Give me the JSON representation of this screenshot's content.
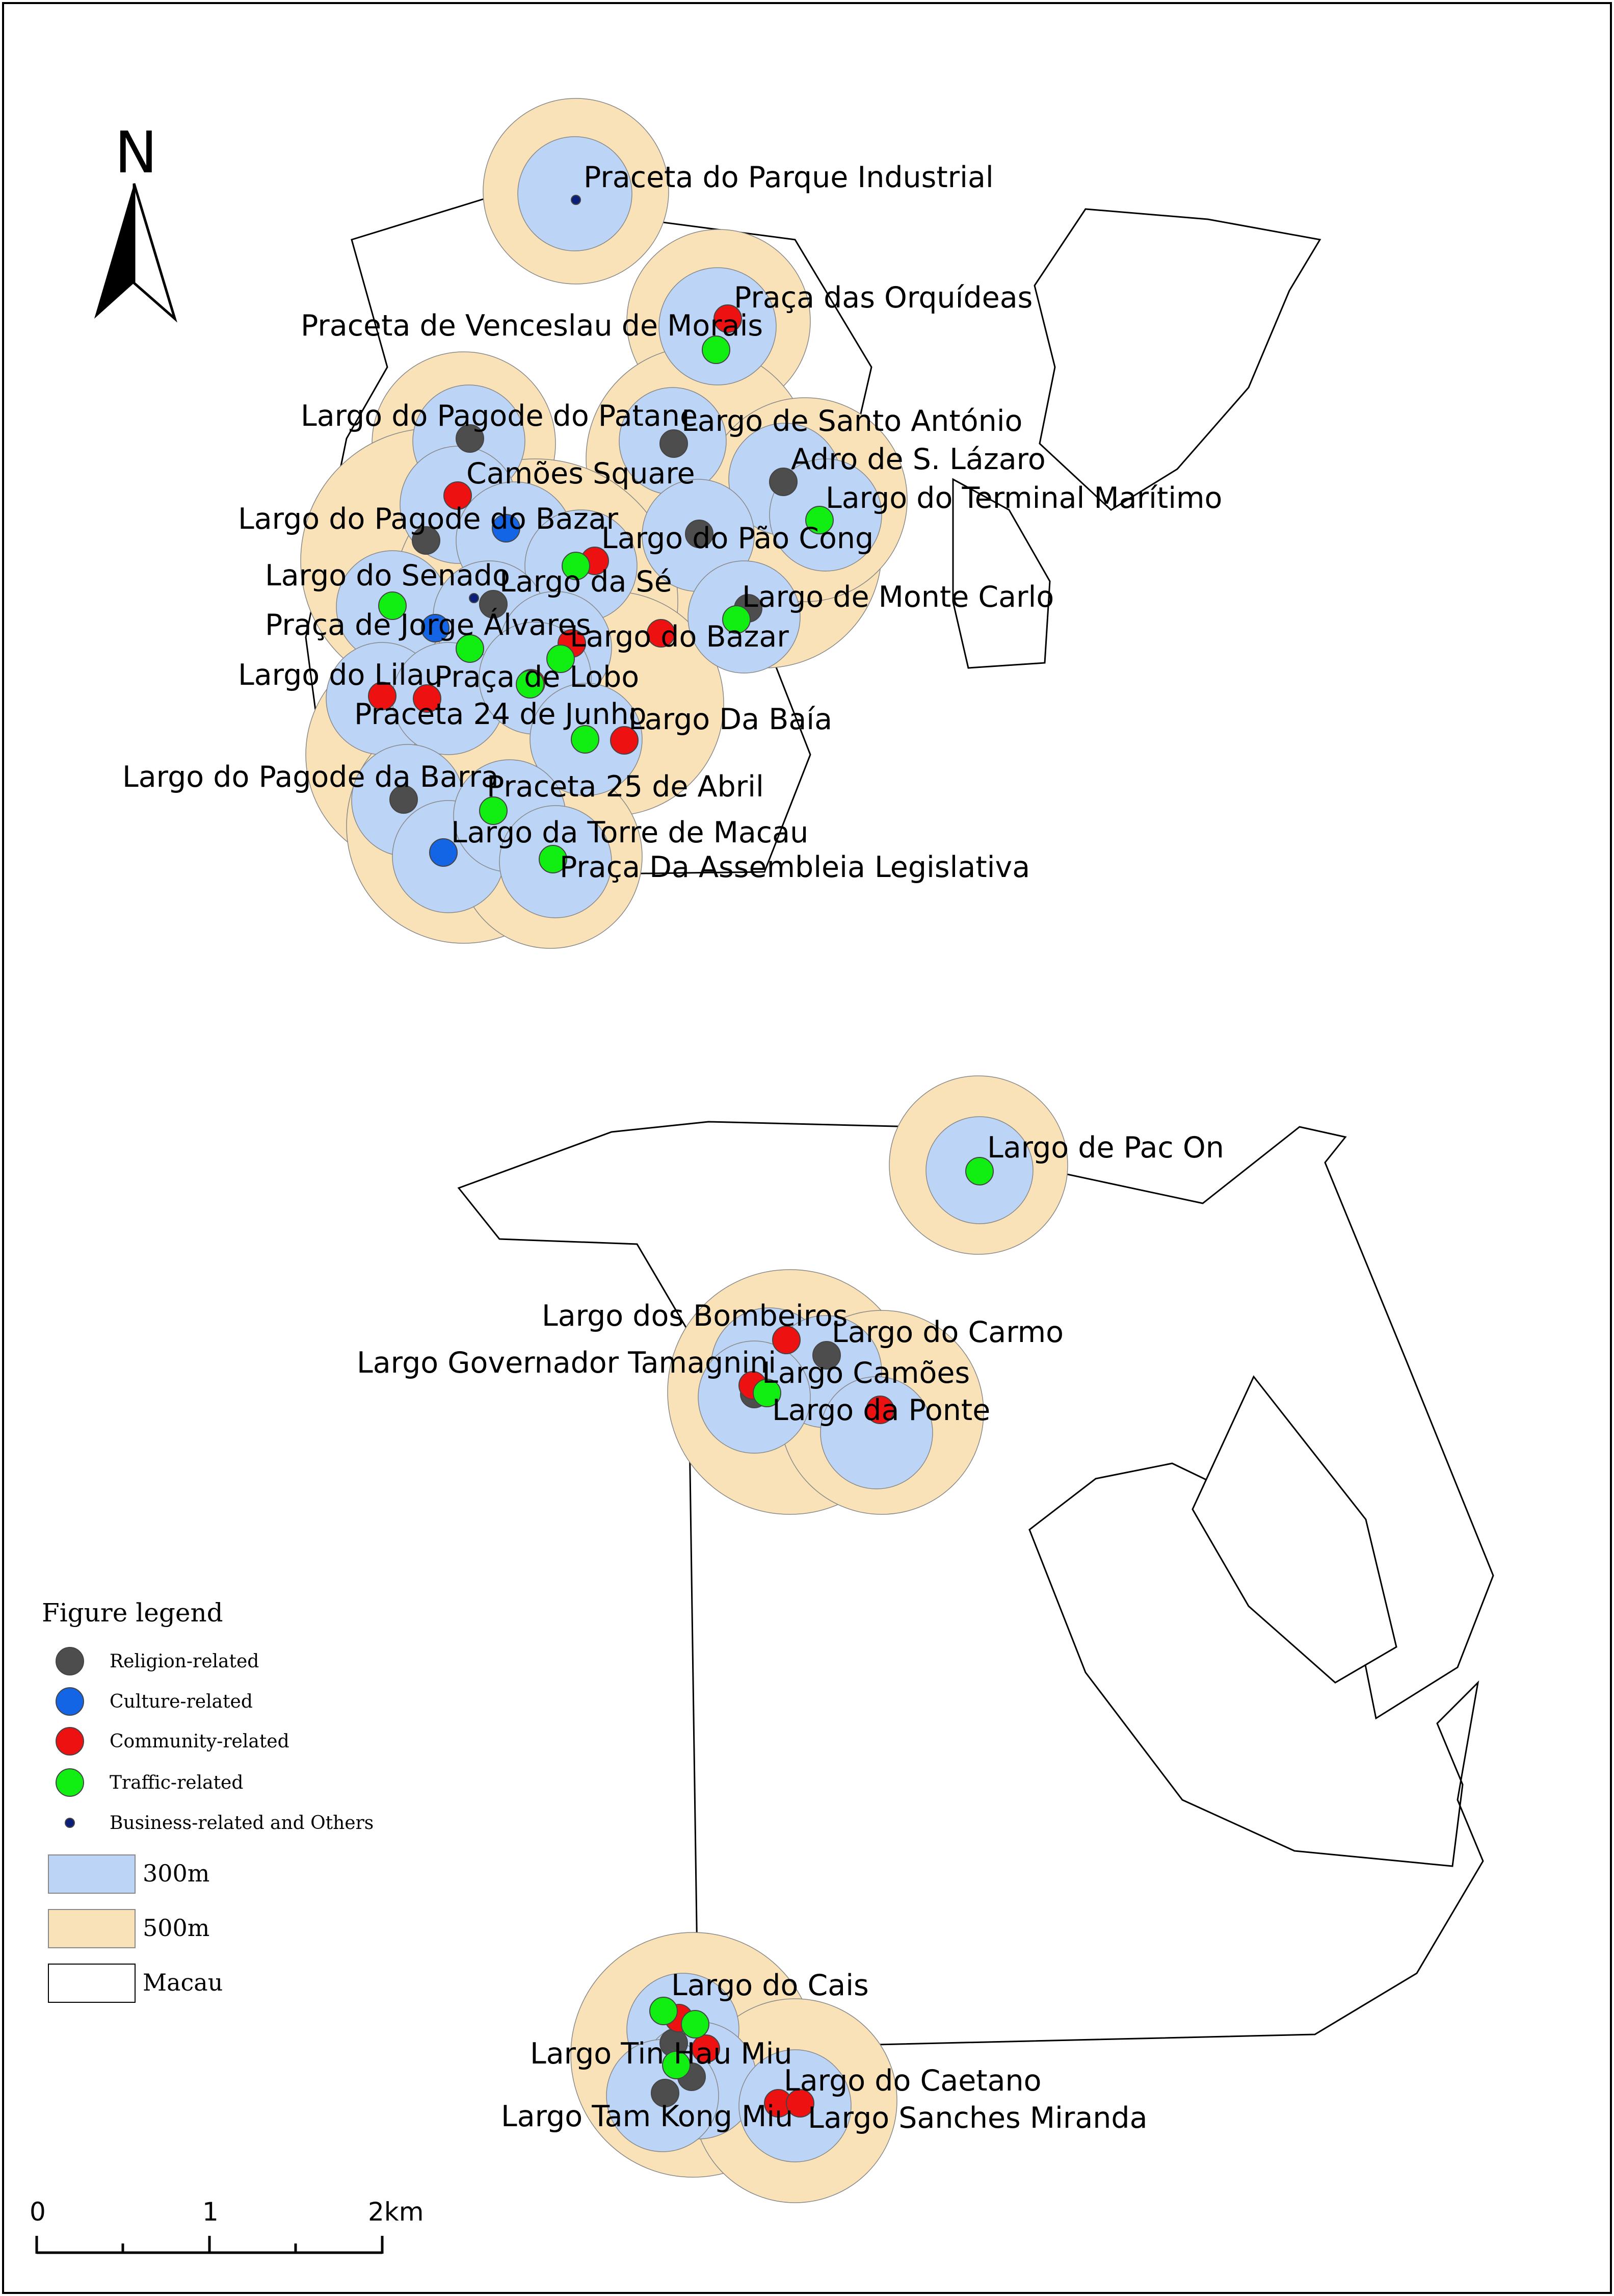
{
  "north_arrow": {
    "label": "N"
  },
  "scale_bar": {
    "labels": [
      "0",
      "1",
      "2km"
    ]
  },
  "colors": {
    "religion": "#4d4d4d",
    "culture": "#1464e6",
    "community": "#ee1111",
    "traffic": "#11ee11",
    "business": "#0a1f7a",
    "buffer_300m": "#bcd4f5",
    "buffer_500m": "#f9e2b8",
    "macau": "#ffffff"
  },
  "legend": {
    "title": "Figure legend",
    "items": [
      {
        "label": "Religion-related",
        "symbol": "religion-point"
      },
      {
        "label": "Culture-related",
        "symbol": "culture-point"
      },
      {
        "label": "Community-related",
        "symbol": "community-point"
      },
      {
        "label": "Traffic-related",
        "symbol": "traffic-point"
      },
      {
        "label": "Business-related and Others",
        "symbol": "business-point"
      },
      {
        "label": "300m",
        "symbol": "buffer-300m"
      },
      {
        "label": "500m",
        "symbol": "buffer-500m"
      },
      {
        "label": "Macau",
        "symbol": "macau-outline"
      }
    ]
  },
  "places": [
    {
      "name": "Praceta do Parque Industrial",
      "category": "business"
    },
    {
      "name": "Praça das Orquídeas",
      "category": "community"
    },
    {
      "name": "Praceta de Venceslau de Morais",
      "category": "traffic"
    },
    {
      "name": "Largo do Pagode do Patane",
      "category": "religion"
    },
    {
      "name": "Largo de Santo António",
      "category": "religion"
    },
    {
      "name": "Adro de S. Lázaro",
      "category": "religion"
    },
    {
      "name": "Camões Square",
      "category": "community"
    },
    {
      "name": "Largo do Terminal Marítimo",
      "category": "traffic"
    },
    {
      "name": "Largo do Pagode do Bazar",
      "category": "religion"
    },
    {
      "name": "Largo do Pagode do Bazar",
      "category": "culture"
    },
    {
      "name": "Largo do Pão Cong",
      "category": "religion"
    },
    {
      "name": "Largo do Senado",
      "category": "business"
    },
    {
      "name": "Largo do Senado",
      "category": "traffic"
    },
    {
      "name": "Largo da Sé",
      "category": "religion"
    },
    {
      "name": "Largo da Sé",
      "category": "community"
    },
    {
      "name": "Largo da Sé",
      "category": "traffic"
    },
    {
      "name": "Largo de Monte Carlo",
      "category": "religion"
    },
    {
      "name": "Largo de Monte Carlo",
      "category": "traffic"
    },
    {
      "name": "Praça de Jorge Álvares",
      "category": "culture"
    },
    {
      "name": "Praça de Jorge Álvares",
      "category": "traffic"
    },
    {
      "name": "Largo do Bazar",
      "category": "community"
    },
    {
      "name": "Largo do Bazar",
      "category": "traffic"
    },
    {
      "name": "Largo do Lilau",
      "category": "community"
    },
    {
      "name": "Praça de Lobo",
      "category": "traffic"
    },
    {
      "name": "Praceta 24 de Junho",
      "category": "community"
    },
    {
      "name": "Largo Da Baía",
      "category": "community"
    },
    {
      "name": "Largo Da Baía",
      "category": "traffic"
    },
    {
      "name": "Largo do Pagode da Barra",
      "category": "religion"
    },
    {
      "name": "Praceta 25 de Abril",
      "category": "traffic"
    },
    {
      "name": "Largo da Torre de Macau",
      "category": "culture"
    },
    {
      "name": "Praça Da Assembleia Legislativa",
      "category": "traffic"
    },
    {
      "name": "Largo de Pac On",
      "category": "traffic"
    },
    {
      "name": "Largo dos Bombeiros",
      "category": "community"
    },
    {
      "name": "Largo do Carmo",
      "category": "religion"
    },
    {
      "name": "Largo Governador Tamagnini",
      "category": "community"
    },
    {
      "name": "Largo Camões",
      "category": "religion"
    },
    {
      "name": "Largo Camões",
      "category": "traffic"
    },
    {
      "name": "Largo da Ponte",
      "category": "community"
    },
    {
      "name": "Largo do Cais",
      "category": "traffic"
    },
    {
      "name": "Largo do Cais",
      "category": "community"
    },
    {
      "name": "Largo Tin Hau Miu",
      "category": "religion"
    },
    {
      "name": "Largo Tin Hau Miu",
      "category": "community"
    },
    {
      "name": "Largo Tin Hau Miu",
      "category": "traffic"
    },
    {
      "name": "Largo do Caetano",
      "category": "community"
    },
    {
      "name": "Largo Tam Kong Miu",
      "category": "religion"
    },
    {
      "name": "Largo Sanches Miranda",
      "category": "community"
    }
  ],
  "labels": [
    "Praceta do Parque Industrial",
    "Praça das Orquídeas",
    "Praceta de Venceslau de Morais",
    "Largo do Pagode do Patane",
    "Largo de Santo António",
    "Adro de S. Lázaro",
    "Camões Square",
    "Largo do Terminal Marítimo",
    "Largo do Pagode do Bazar",
    "Largo do Pão Cong",
    "Largo do Senado",
    "Largo da Sé",
    "Largo de Monte Carlo",
    "Praça de Jorge Álvares",
    "Largo do Bazar",
    "Largo do Lilau",
    "Praça de Lobo",
    "Praceta 24 de Junho",
    "Largo Da Baía",
    "Largo do Pagode da Barra",
    "Praceta 25 de Abril",
    "Largo da Torre de Macau",
    "Praça Da Assembleia Legislativa",
    "Largo de Pac On",
    "Largo dos Bombeiros",
    "Largo do Carmo",
    "Largo Governador Tamagnini",
    "Largo Camões",
    "Largo da Ponte",
    "Largo do Cais",
    "Largo Tin Hau Miu",
    "Largo do Caetano",
    "Largo Tam Kong Miu",
    "Largo Sanches Miranda"
  ]
}
